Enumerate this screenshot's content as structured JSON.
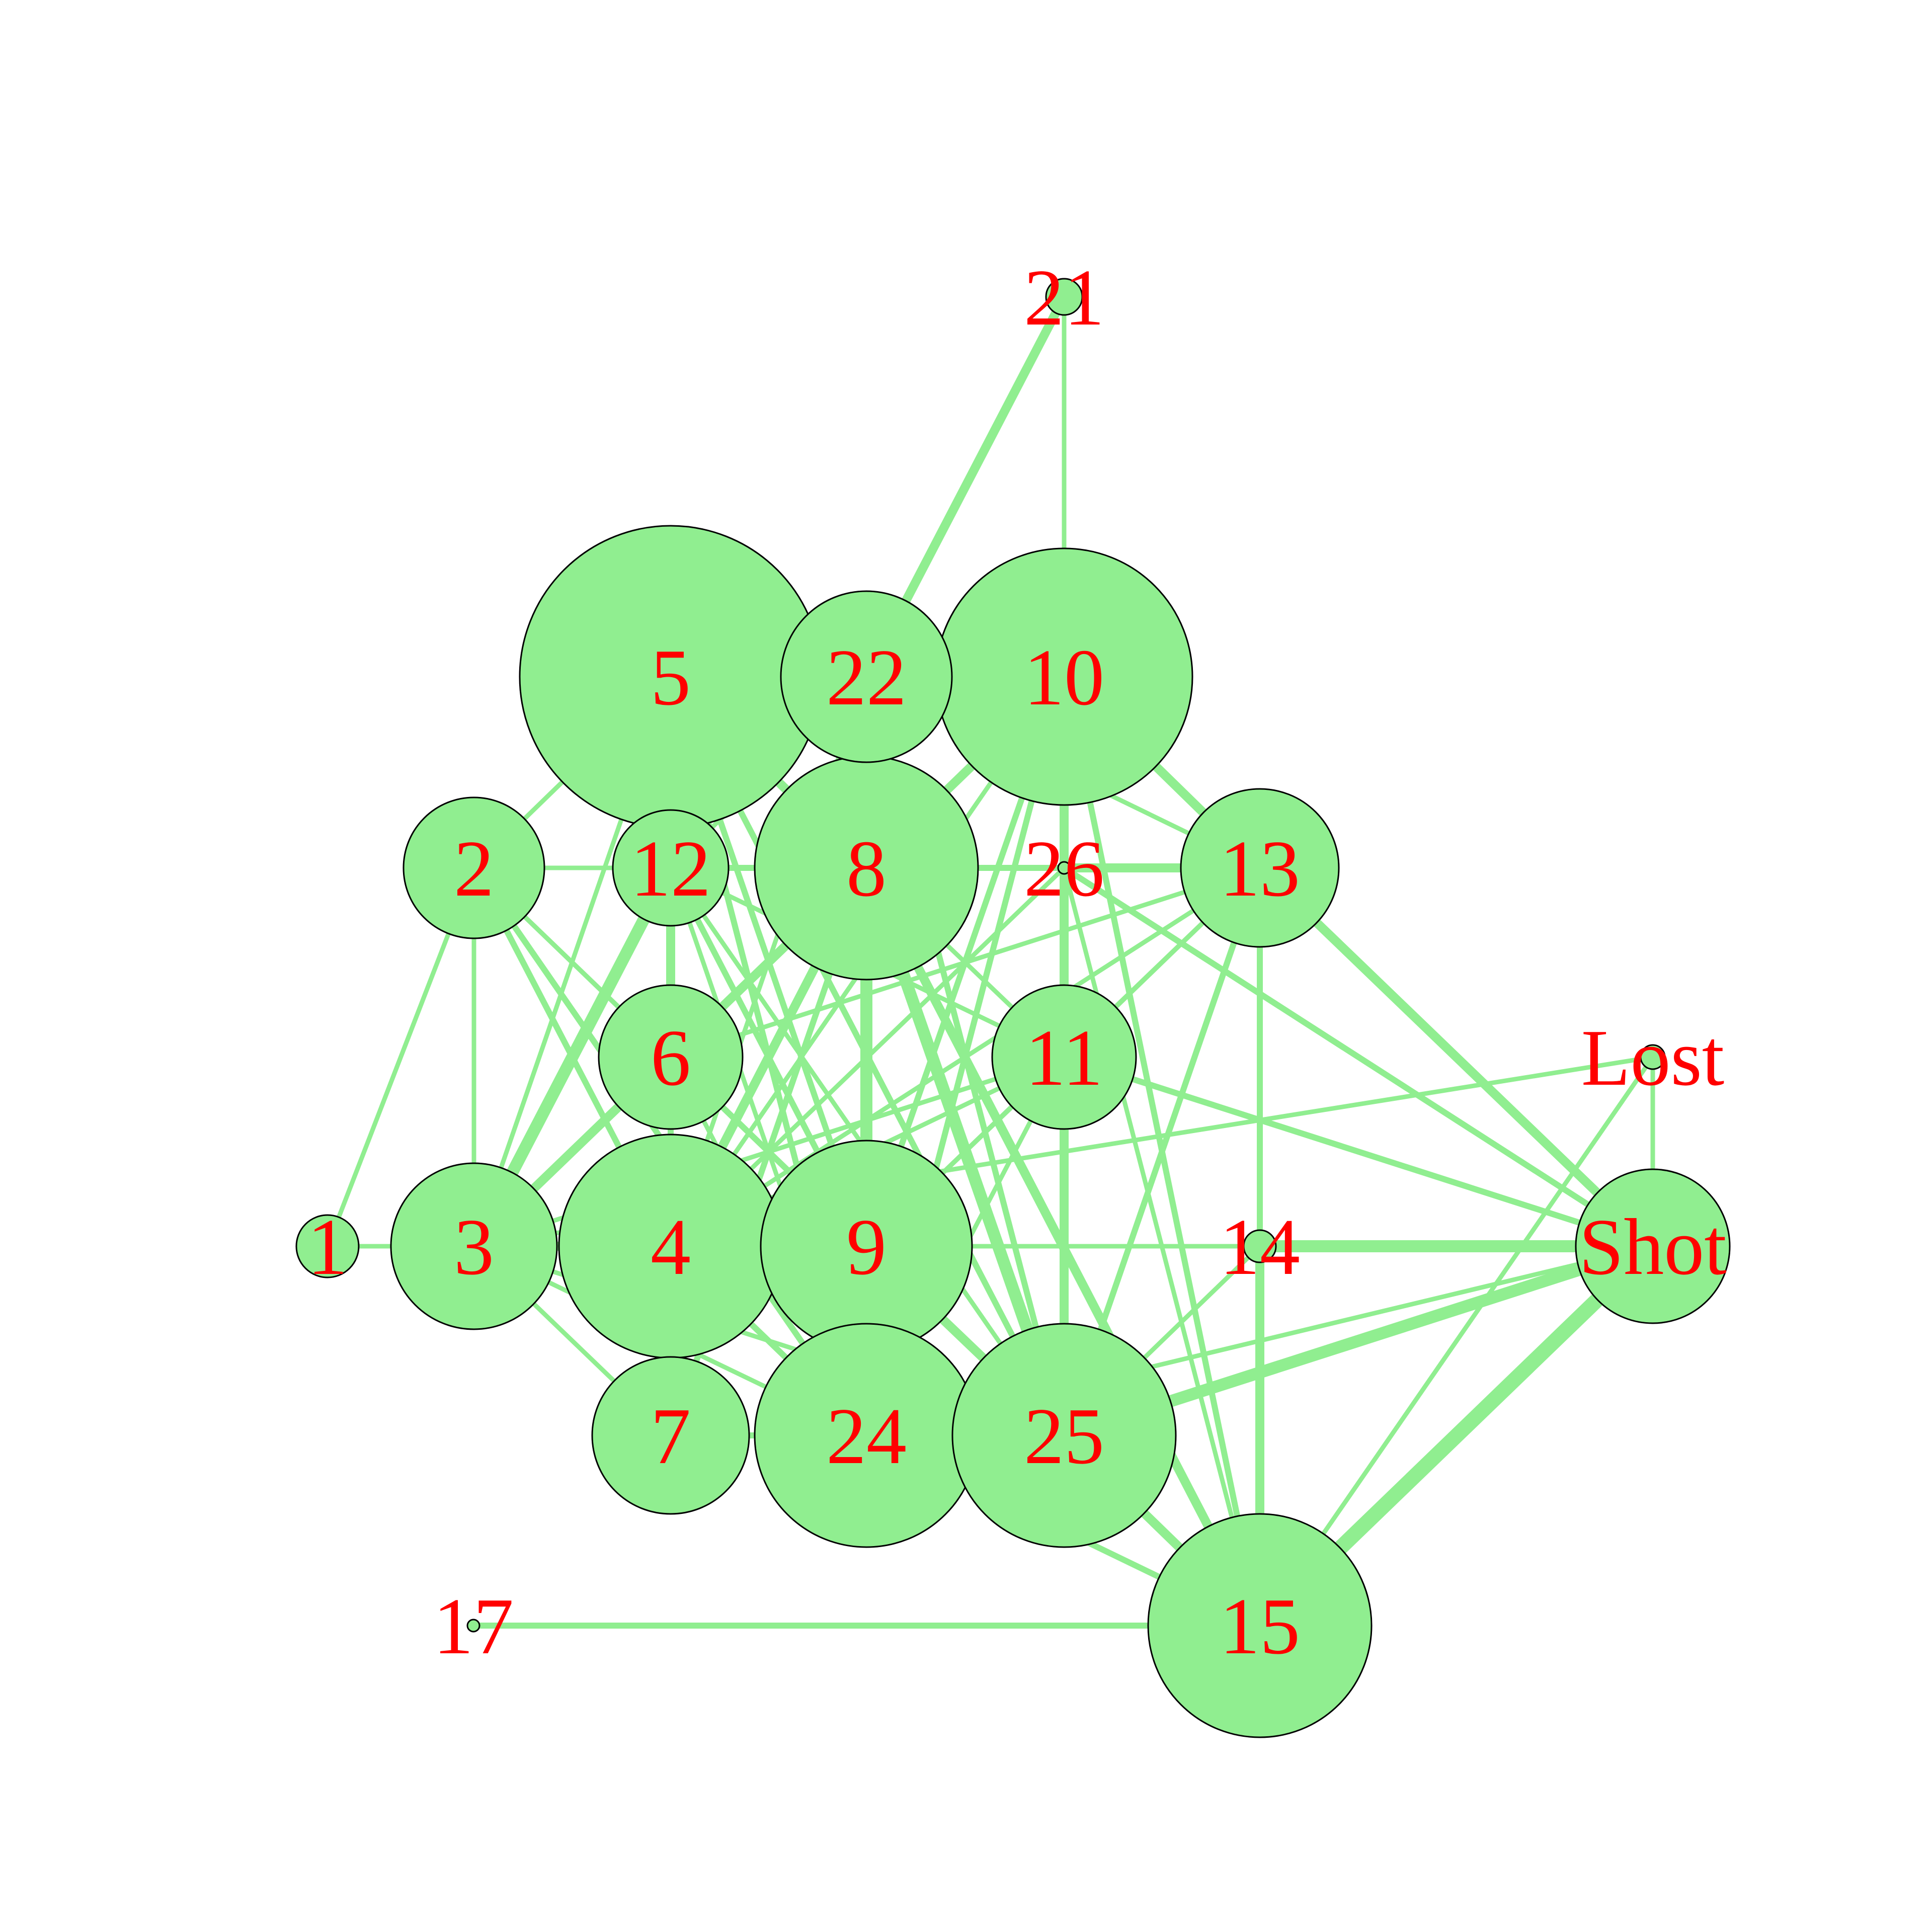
{
  "colors": {
    "node_fill": "#90ee90",
    "node_stroke": "#000000",
    "edge": "#90ee90",
    "label": "#ff0000",
    "background": "#ffffff"
  },
  "nodes": [
    {
      "id": "1",
      "label": "1",
      "size": 1
    },
    {
      "id": "2",
      "label": "2",
      "size": 3
    },
    {
      "id": "3",
      "label": "3",
      "size": 4
    },
    {
      "id": "4",
      "label": "4",
      "size": 8
    },
    {
      "id": "5",
      "label": "5",
      "size": 10
    },
    {
      "id": "6",
      "label": "6",
      "size": 3
    },
    {
      "id": "7",
      "label": "7",
      "size": 4
    },
    {
      "id": "8",
      "label": "8",
      "size": 8
    },
    {
      "id": "9",
      "label": "9",
      "size": 7
    },
    {
      "id": "10",
      "label": "10",
      "size": 9
    },
    {
      "id": "11",
      "label": "11",
      "size": 3
    },
    {
      "id": "12",
      "label": "12",
      "size": 2
    },
    {
      "id": "13",
      "label": "13",
      "size": 3
    },
    {
      "id": "14",
      "label": "14",
      "size": 0.5
    },
    {
      "id": "15",
      "label": "15",
      "size": 9
    },
    {
      "id": "17",
      "label": "17",
      "size": 0.2
    },
    {
      "id": "21",
      "label": "21",
      "size": 0.5
    },
    {
      "id": "22",
      "label": "22",
      "size": 4
    },
    {
      "id": "24",
      "label": "24",
      "size": 9
    },
    {
      "id": "25",
      "label": "25",
      "size": 9
    },
    {
      "id": "26",
      "label": "26",
      "size": 0.2
    },
    {
      "id": "Lost",
      "label": "Lost",
      "size": 0.3
    },
    {
      "id": "Shot",
      "label": "Shot",
      "size": 3
    }
  ],
  "edges": [
    [
      "21",
      "22",
      3
    ],
    [
      "21",
      "10",
      1.5
    ],
    [
      "5",
      "22",
      2
    ],
    [
      "5",
      "12",
      2
    ],
    [
      "5",
      "2",
      1.5
    ],
    [
      "5",
      "4",
      2
    ],
    [
      "5",
      "3",
      1.5
    ],
    [
      "5",
      "9",
      2
    ],
    [
      "5",
      "8",
      3
    ],
    [
      "5",
      "25",
      2
    ],
    [
      "5",
      "24",
      2
    ],
    [
      "5",
      "7",
      1.5
    ],
    [
      "22",
      "10",
      2
    ],
    [
      "22",
      "8",
      2
    ],
    [
      "22",
      "12",
      1.5
    ],
    [
      "22",
      "13",
      1.5
    ],
    [
      "22",
      "4",
      1.5
    ],
    [
      "22",
      "25",
      2
    ],
    [
      "10",
      "8",
      3
    ],
    [
      "10",
      "13",
      3
    ],
    [
      "10",
      "26",
      2
    ],
    [
      "10",
      "25",
      3
    ],
    [
      "10",
      "9",
      2
    ],
    [
      "10",
      "24",
      2
    ],
    [
      "10",
      "Shot",
      2
    ],
    [
      "10",
      "15",
      2
    ],
    [
      "10",
      "11",
      1.5
    ],
    [
      "10",
      "4",
      1.5
    ],
    [
      "10",
      "3",
      1.5
    ],
    [
      "2",
      "12",
      1.5
    ],
    [
      "2",
      "3",
      1.5
    ],
    [
      "2",
      "4",
      2
    ],
    [
      "2",
      "24",
      2
    ],
    [
      "2",
      "25",
      1.5
    ],
    [
      "2",
      "9",
      1.5
    ],
    [
      "2",
      "6",
      1.5
    ],
    [
      "2",
      "8",
      1.5
    ],
    [
      "12",
      "6",
      3
    ],
    [
      "12",
      "8",
      2
    ],
    [
      "12",
      "3",
      4
    ],
    [
      "12",
      "4",
      2
    ],
    [
      "12",
      "9",
      2
    ],
    [
      "12",
      "11",
      1.5
    ],
    [
      "12",
      "24",
      1.5
    ],
    [
      "12",
      "25",
      1.5
    ],
    [
      "8",
      "26",
      2
    ],
    [
      "8",
      "13",
      2
    ],
    [
      "8",
      "4",
      3
    ],
    [
      "8",
      "9",
      4
    ],
    [
      "8",
      "3",
      3
    ],
    [
      "8",
      "24",
      4
    ],
    [
      "8",
      "25",
      4
    ],
    [
      "8",
      "15",
      3
    ],
    [
      "8",
      "6",
      2
    ],
    [
      "8",
      "11",
      1.5
    ],
    [
      "8",
      "7",
      2
    ],
    [
      "26",
      "13",
      3
    ],
    [
      "26",
      "Shot",
      2
    ],
    [
      "26",
      "25",
      2
    ],
    [
      "26",
      "4",
      1.5
    ],
    [
      "26",
      "15",
      1.5
    ],
    [
      "13",
      "Shot",
      3
    ],
    [
      "13",
      "25",
      2
    ],
    [
      "13",
      "15",
      2
    ],
    [
      "13",
      "11",
      1.5
    ],
    [
      "13",
      "9",
      1.5
    ],
    [
      "13",
      "4",
      1.5
    ],
    [
      "6",
      "4",
      2
    ],
    [
      "6",
      "9",
      2
    ],
    [
      "6",
      "25",
      1.5
    ],
    [
      "6",
      "24",
      1.5
    ],
    [
      "6",
      "3",
      1.5
    ],
    [
      "6",
      "13",
      1.5
    ],
    [
      "11",
      "25",
      2
    ],
    [
      "11",
      "Shot",
      2
    ],
    [
      "11",
      "9",
      1.5
    ],
    [
      "11",
      "24",
      1.5
    ],
    [
      "11",
      "4",
      1.5
    ],
    [
      "11",
      "3",
      1.5
    ],
    [
      "1",
      "3",
      1.5
    ],
    [
      "1",
      "2",
      1.5
    ],
    [
      "1",
      "4",
      1.5
    ],
    [
      "1",
      "9",
      1.5
    ],
    [
      "3",
      "4",
      3
    ],
    [
      "3",
      "7",
      1.5
    ],
    [
      "3",
      "24",
      1.5
    ],
    [
      "3",
      "9",
      2
    ],
    [
      "3",
      "Lost",
      1.5
    ],
    [
      "3",
      "25",
      1.5
    ],
    [
      "4",
      "9",
      3
    ],
    [
      "4",
      "24",
      2
    ],
    [
      "4",
      "7",
      2
    ],
    [
      "4",
      "25",
      2
    ],
    [
      "4",
      "14",
      1.5
    ],
    [
      "9",
      "24",
      3
    ],
    [
      "9",
      "25",
      3
    ],
    [
      "9",
      "14",
      1.5
    ],
    [
      "9",
      "15",
      2
    ],
    [
      "9",
      "Shot",
      1.5
    ],
    [
      "24",
      "25",
      3
    ],
    [
      "24",
      "15",
      2
    ],
    [
      "24",
      "Shot",
      1.5
    ],
    [
      "7",
      "24",
      2
    ],
    [
      "7",
      "25",
      1.5
    ],
    [
      "25",
      "15",
      3
    ],
    [
      "25",
      "Shot",
      4
    ],
    [
      "25",
      "14",
      1.5
    ],
    [
      "14",
      "Shot",
      4
    ],
    [
      "14",
      "15",
      3
    ],
    [
      "15",
      "Shot",
      5
    ],
    [
      "15",
      "Lost",
      1.5
    ],
    [
      "15",
      "17",
      2
    ],
    [
      "Lost",
      "Shot",
      1.5
    ]
  ]
}
